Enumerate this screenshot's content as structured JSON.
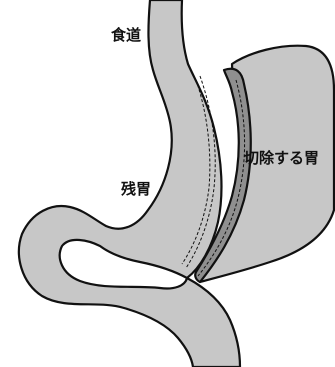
{
  "labels": {
    "esophagus": "食道",
    "remnant_stomach": "残胃",
    "resected_stomach": "切除する胃"
  },
  "colors": {
    "organ_fill": "#c7c7c7",
    "outline": "#111111",
    "staple_strip": "#8f8f8f",
    "background": "#ffffff"
  }
}
